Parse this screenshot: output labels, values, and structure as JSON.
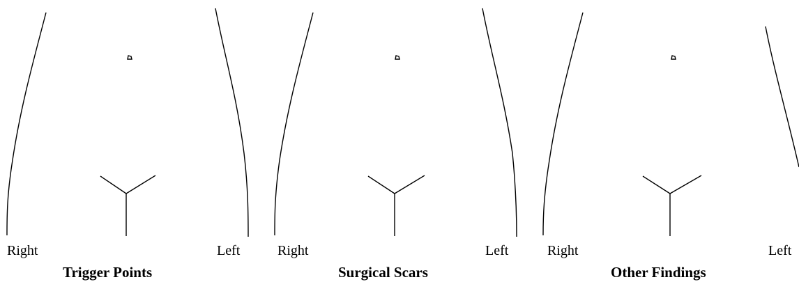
{
  "panels": [
    {
      "left_label": "Right",
      "right_label": "Left",
      "title": "Trigger Points"
    },
    {
      "left_label": "Right",
      "right_label": "Left",
      "title": "Surgical Scars"
    },
    {
      "left_label": "Right",
      "right_label": "Left",
      "title": "Other Findings"
    }
  ]
}
